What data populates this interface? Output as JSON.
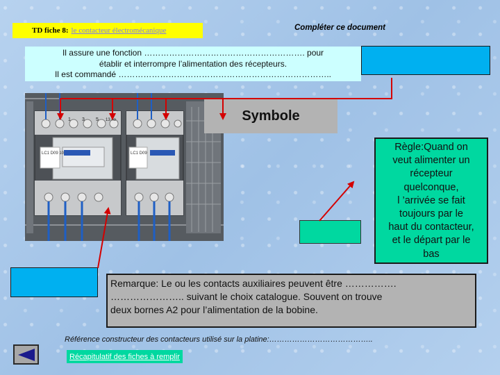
{
  "header": {
    "title_prefix": "TD fiche 8:",
    "title_link": "le contacteur électromécanique",
    "instruction": "Compléter ce document"
  },
  "definition": {
    "line1": "Il assure une fonction …………………………………………………. pour",
    "line2": "établir et interrompre l’alimentation des récepteurs.",
    "line3": "Il est commandé ………………………………………………………………….."
  },
  "symbol": {
    "label": "Symbole"
  },
  "rule": {
    "lines": [
      "Règle:Quand on",
      "veut alimenter un",
      "récepteur",
      "quelconque,",
      "l ’arrivée se fait",
      "toujours par le",
      "haut du contacteur,",
      "et le départ par le",
      "bas"
    ]
  },
  "remark": {
    "line1": "Remarque: Le ou les contacts auxiliaires peuvent être   …………….",
    "line2": "…………………..   suivant le choix catalogue. Souvent on trouve",
    "line3": "deux bornes A2 pour l’alimentation de la bobine."
  },
  "reference": {
    "text": "Référence constructeur des contacteurs utilisé sur la platine:………………………………….."
  },
  "nav": {
    "summary_link": "Récapitulatif des fiches à remplir"
  },
  "photo": {
    "terminal_labels": [
      "1",
      "3",
      "5",
      "13 no"
    ],
    "contactor_label_1": "LC1\nD09 10",
    "contactor_label_2": "LC1\nD09"
  },
  "colors": {
    "title_bg": "#ffff00",
    "definition_bg": "#ccffff",
    "answer_box": "#00b0f0",
    "rule_bg": "#00d8a0",
    "arrow": "#d40000"
  }
}
